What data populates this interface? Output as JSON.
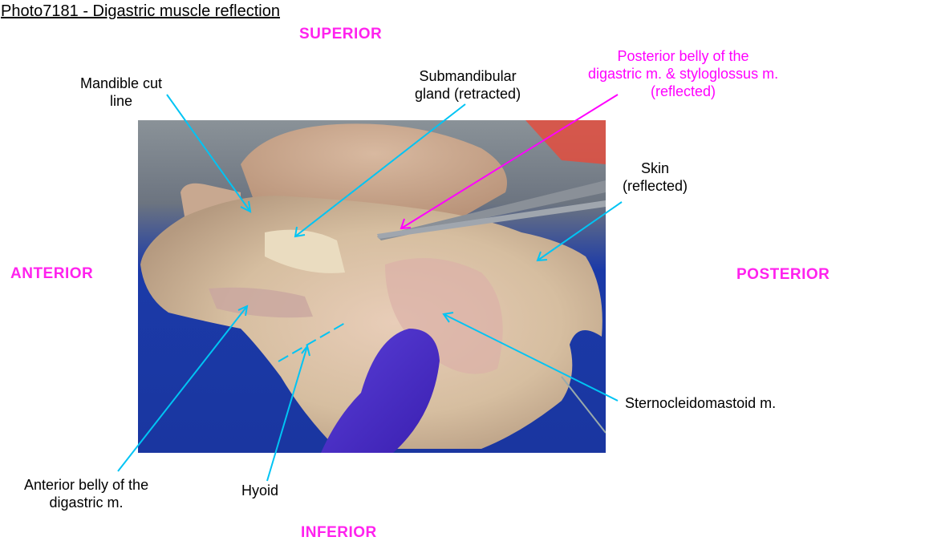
{
  "title": "Photo7181 - Digastric muscle reflection",
  "orientation": {
    "superior": "SUPERIOR",
    "inferior": "INFERIOR",
    "anterior": "ANTERIOR",
    "posterior": "POSTERIOR"
  },
  "labels": {
    "mandible": [
      "Mandible cut",
      "line"
    ],
    "submandibular": [
      "Submandibular",
      "gland (retracted)"
    ],
    "posterior_belly": [
      "Posterior belly of the",
      "digastric m. & styloglossus m.",
      "(reflected)"
    ],
    "skin": [
      "Skin",
      "(reflected)"
    ],
    "scm": "Sternocleidomastoid m.",
    "anterior_belly": [
      "Anterior belly of the",
      "digastric m."
    ],
    "hyoid": "Hyoid"
  },
  "colors": {
    "leader_line": "#00c4f4",
    "highlight_line": "#ff00ff",
    "orientation_text": "#ff22ee"
  }
}
